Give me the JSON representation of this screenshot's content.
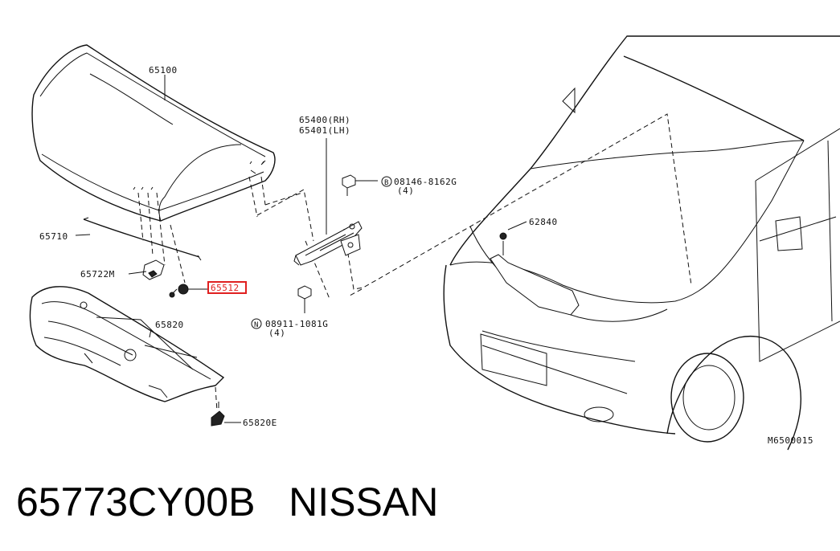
{
  "callouts": {
    "hood": "65100",
    "hinge_rh": "65400(RH)",
    "hinge_lh": "65401(LH)",
    "bolt": "08146-8162G",
    "bolt_qty": "(4)",
    "bolt_symbol": "B",
    "rod": "65710",
    "clip_m": "65722M",
    "grommet_hl": "65512",
    "insulator": "65820",
    "insulator_clip": "65820E",
    "nut": "08911-1081G",
    "nut_qty": "(4)",
    "nut_symbol": "N",
    "bumper_rubber": "62840",
    "figure_code": "M6500015"
  },
  "caption": {
    "part_number": "65773CY00B",
    "brand": "NISSAN"
  },
  "colors": {
    "highlight_box": "#e02020",
    "line": "#111111"
  }
}
